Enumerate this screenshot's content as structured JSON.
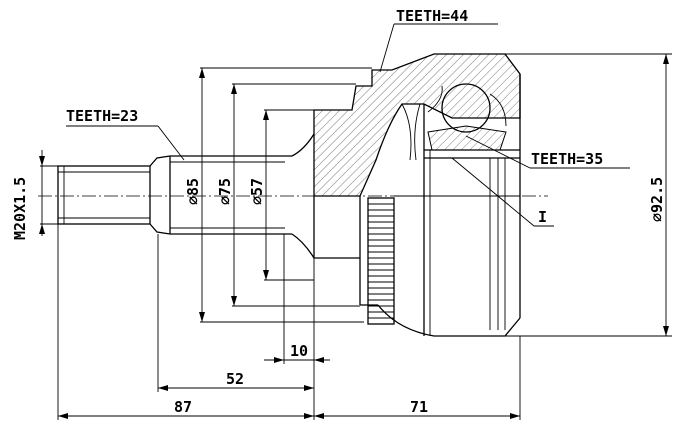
{
  "labels": {
    "teeth_outer": "TEETH=44",
    "teeth_inner_shaft": "TEETH=23",
    "teeth_inner_bore": "TEETH=35",
    "thread": "M20X1.5",
    "detail_ref": "I"
  },
  "dimensions": {
    "dia_85": "⌀85",
    "dia_75": "⌀75",
    "dia_57": "⌀57",
    "dia_92_5": "⌀92.5",
    "len_10": "10",
    "len_52": "52",
    "len_87": "87",
    "len_71": "71"
  }
}
